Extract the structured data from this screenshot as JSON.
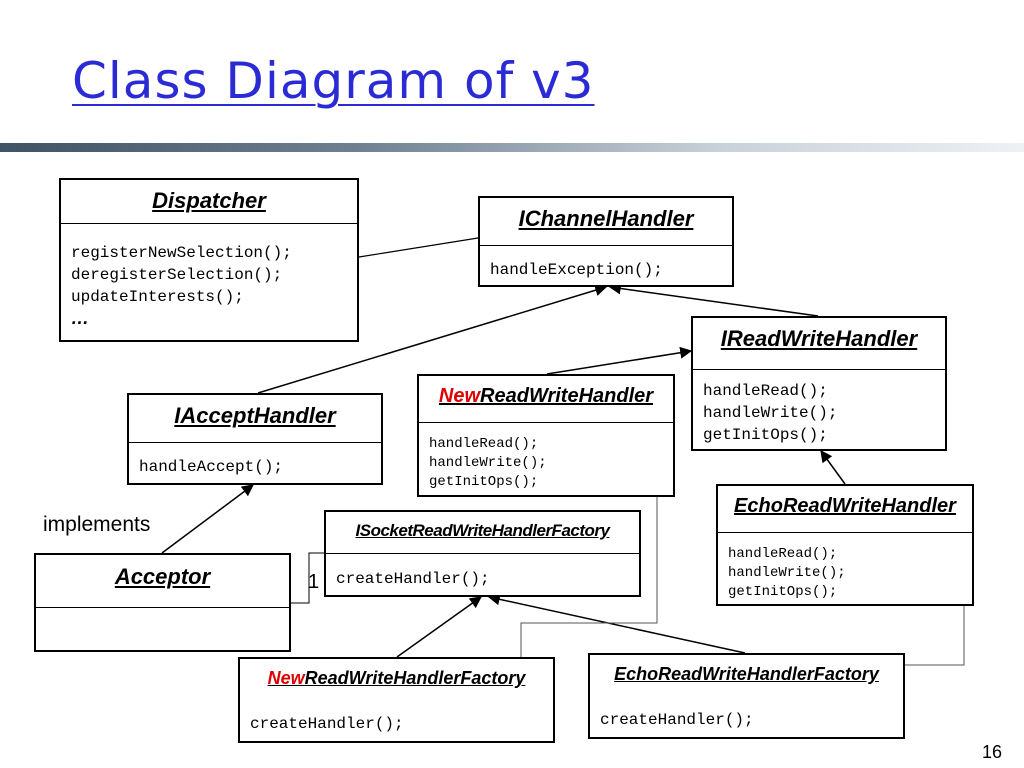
{
  "title": "Class Diagram of v3",
  "page_number": "16",
  "labels": {
    "implements": "implements",
    "multiplicity": "1"
  },
  "classes": {
    "dispatcher": {
      "name": "Dispatcher",
      "methods": [
        "registerNewSelection();",
        "deregisterSelection();",
        "updateInterests();"
      ],
      "ellipsis": "…"
    },
    "ichannelhandler": {
      "name": "IChannelHandler",
      "methods": [
        "handleException();"
      ]
    },
    "ireadwritehandler": {
      "name": "IReadWriteHandler",
      "methods": [
        "handleRead();",
        "handleWrite();",
        "getInitOps();"
      ]
    },
    "newreadwritehandler": {
      "name_prefix": "New",
      "name_suffix": "ReadWriteHandler",
      "methods": [
        "handleRead();",
        "handleWrite();",
        "getInitOps();"
      ]
    },
    "iaccepthandler": {
      "name": "IAcceptHandler",
      "methods": [
        "handleAccept();"
      ]
    },
    "echoreadwritehandler": {
      "name": "EchoReadWriteHandler",
      "methods": [
        "handleRead();",
        "handleWrite();",
        "getInitOps();"
      ]
    },
    "isocketfactory": {
      "name": "ISocketReadWriteHandlerFactory",
      "methods": [
        "createHandler();"
      ]
    },
    "acceptor": {
      "name": "Acceptor"
    },
    "newfactory": {
      "name_prefix": "New",
      "name_suffix": "ReadWriteHandlerFactory",
      "methods": [
        "createHandler();"
      ]
    },
    "echofactory": {
      "name": "EchoReadWriteHandlerFactory",
      "methods": [
        "createHandler();"
      ]
    }
  }
}
